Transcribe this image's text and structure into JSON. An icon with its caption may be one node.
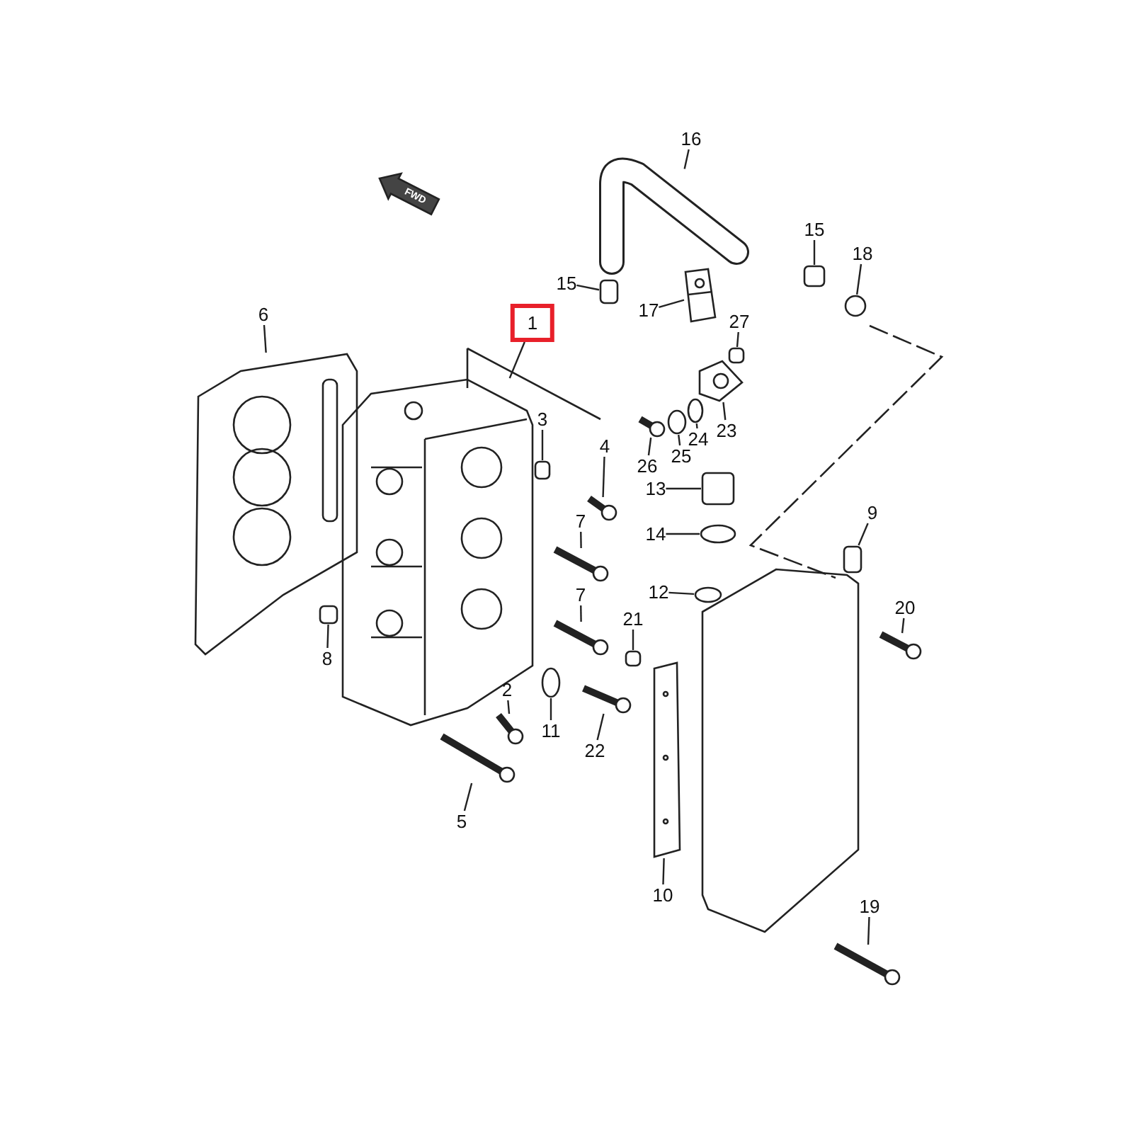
{
  "diagram": {
    "nodes": [
      {
        "text": [
          "16"
        ]
      },
      {
        "text": [
          "15"
        ]
      },
      {
        "text": [
          "18"
        ]
      },
      {
        "text": [
          "15"
        ]
      },
      {
        "text": [
          "1"
        ]
      },
      {
        "text": [
          "17"
        ]
      },
      {
        "text": [
          "27"
        ]
      },
      {
        "text": [
          "6"
        ]
      },
      {
        "text": [
          "3"
        ]
      },
      {
        "text": [
          "23"
        ]
      },
      {
        "text": [
          "24"
        ]
      },
      {
        "text": [
          "4"
        ]
      },
      {
        "text": [
          "25"
        ]
      },
      {
        "text": [
          "26"
        ]
      },
      {
        "text": [
          "13"
        ]
      },
      {
        "text": [
          "7"
        ]
      },
      {
        "text": [
          "14"
        ]
      },
      {
        "text": [
          "9"
        ]
      },
      {
        "text": [
          "12"
        ]
      },
      {
        "text": [
          "7"
        ]
      },
      {
        "text": [
          "20"
        ]
      },
      {
        "text": [
          "21"
        ]
      },
      {
        "text": [
          "8"
        ]
      },
      {
        "text": [
          "2"
        ]
      },
      {
        "text": [
          "11"
        ]
      },
      {
        "text": [
          "22"
        ]
      },
      {
        "text": [
          "5"
        ]
      },
      {
        "text": [
          "10"
        ]
      },
      {
        "text": [
          "19"
        ]
      },
      {
        "text": [],
        "shape": "picture"
      },
      {
        "text": [],
        "shape": "box"
      },
      {
        "text": [],
        "shape": "circle"
      },
      {
        "text": [],
        "shape": "box"
      },
      {
        "text": [],
        "shape": "picture"
      },
      {
        "text": [],
        "shape": "picture"
      },
      {
        "text": [],
        "shape": "box"
      },
      {
        "text": [],
        "shape": "picture"
      },
      {
        "text": [],
        "shape": "box"
      },
      {
        "text": [],
        "shape": "picture"
      },
      {
        "text": [],
        "shape": "circle"
      },
      {
        "text": [],
        "shape": "picture"
      },
      {
        "text": [],
        "shape": "circle"
      },
      {
        "text": [],
        "shape": "picture"
      },
      {
        "text": [],
        "shape": "box"
      },
      {
        "text": [],
        "shape": "picture"
      },
      {
        "text": [],
        "shape": "circle"
      },
      {
        "text": [],
        "shape": "box"
      },
      {
        "text": [],
        "shape": "circle"
      },
      {
        "text": [],
        "shape": "picture"
      },
      {
        "text": [],
        "shape": "picture"
      },
      {
        "text": [],
        "shape": "box"
      },
      {
        "text": [],
        "shape": "box"
      },
      {
        "text": [],
        "shape": "picture"
      },
      {
        "text": [],
        "shape": "circle"
      },
      {
        "text": [],
        "shape": "picture"
      },
      {
        "text": [],
        "shape": "picture"
      },
      {
        "text": [],
        "shape": "picture"
      },
      {
        "text": [],
        "shape": "picture"
      }
    ],
    "edges": [
      {
        "from": 0,
        "to": 29,
        "arrow": "none"
      },
      {
        "from": 1,
        "to": 30,
        "arrow": "none"
      },
      {
        "from": 2,
        "to": 31,
        "arrow": "none"
      },
      {
        "from": 3,
        "to": 32,
        "arrow": "none"
      },
      {
        "from": 4,
        "to": 33,
        "arrow": "none"
      },
      {
        "from": 5,
        "to": 34,
        "arrow": "none"
      },
      {
        "from": 6,
        "to": 35,
        "arrow": "none"
      },
      {
        "from": 7,
        "to": 36,
        "arrow": "none"
      },
      {
        "from": 8,
        "to": 37,
        "arrow": "none"
      },
      {
        "from": 9,
        "to": 38,
        "arrow": "none"
      },
      {
        "from": 10,
        "to": 39,
        "arrow": "none"
      },
      {
        "from": 11,
        "to": 40,
        "arrow": "none"
      },
      {
        "from": 12,
        "to": 41,
        "arrow": "none"
      },
      {
        "from": 13,
        "to": 42,
        "arrow": "none"
      },
      {
        "from": 14,
        "to": 43,
        "arrow": "none"
      },
      {
        "from": 15,
        "to": 44,
        "arrow": "none"
      },
      {
        "from": 16,
        "to": 45,
        "arrow": "none"
      },
      {
        "from": 17,
        "to": 46,
        "arrow": "none"
      },
      {
        "from": 18,
        "to": 47,
        "arrow": "none"
      },
      {
        "from": 19,
        "to": 48,
        "arrow": "none"
      },
      {
        "from": 20,
        "to": 49,
        "arrow": "none"
      },
      {
        "from": 21,
        "to": 50,
        "arrow": "none"
      },
      {
        "from": 22,
        "to": 51,
        "arrow": "none"
      },
      {
        "from": 23,
        "to": 52,
        "arrow": "none"
      },
      {
        "from": 24,
        "to": 53,
        "arrow": "none"
      },
      {
        "from": 25,
        "to": 54,
        "arrow": "none"
      },
      {
        "from": 26,
        "to": 55,
        "arrow": "none"
      },
      {
        "from": 27,
        "to": 56,
        "arrow": "none"
      },
      {
        "from": 28,
        "to": 57,
        "arrow": "none"
      }
    ],
    "labels": [
      "FWD"
    ]
  }
}
